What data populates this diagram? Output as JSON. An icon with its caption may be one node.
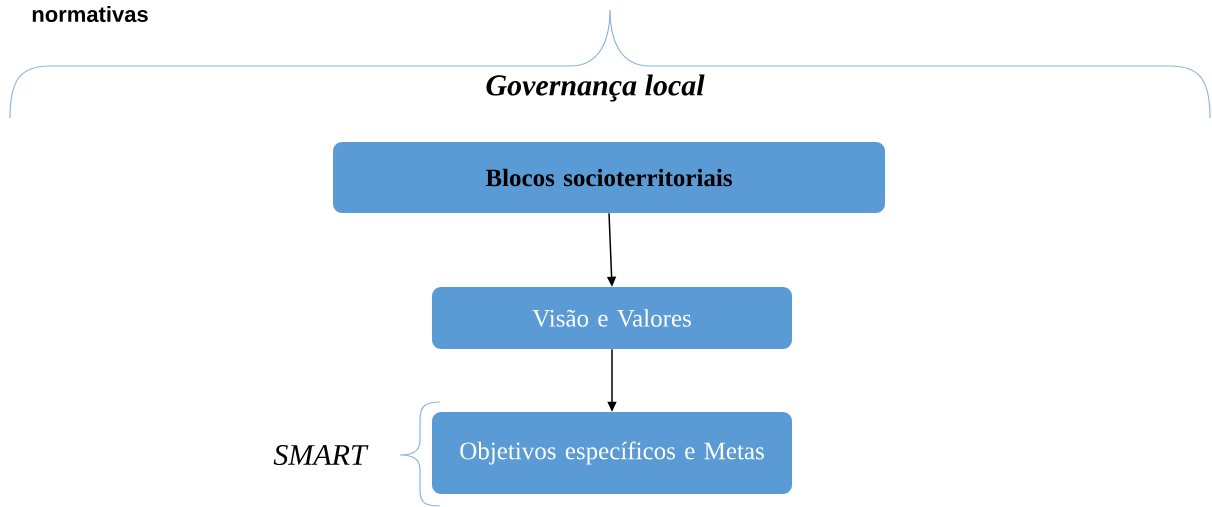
{
  "diagram": {
    "nodes": [
      {
        "text": [
          "Blocos socioterritoriais"
        ]
      },
      {
        "text": [
          "Visão e Valores"
        ]
      },
      {
        "text": [
          "Objetivos específicos e Metas"
        ]
      }
    ],
    "edges": [
      {
        "from": 0,
        "to": 1,
        "arrow": "to"
      },
      {
        "from": 1,
        "to": 2,
        "arrow": "to"
      }
    ],
    "labels": [
      "normativas",
      "Governança local",
      "SMART"
    ]
  }
}
